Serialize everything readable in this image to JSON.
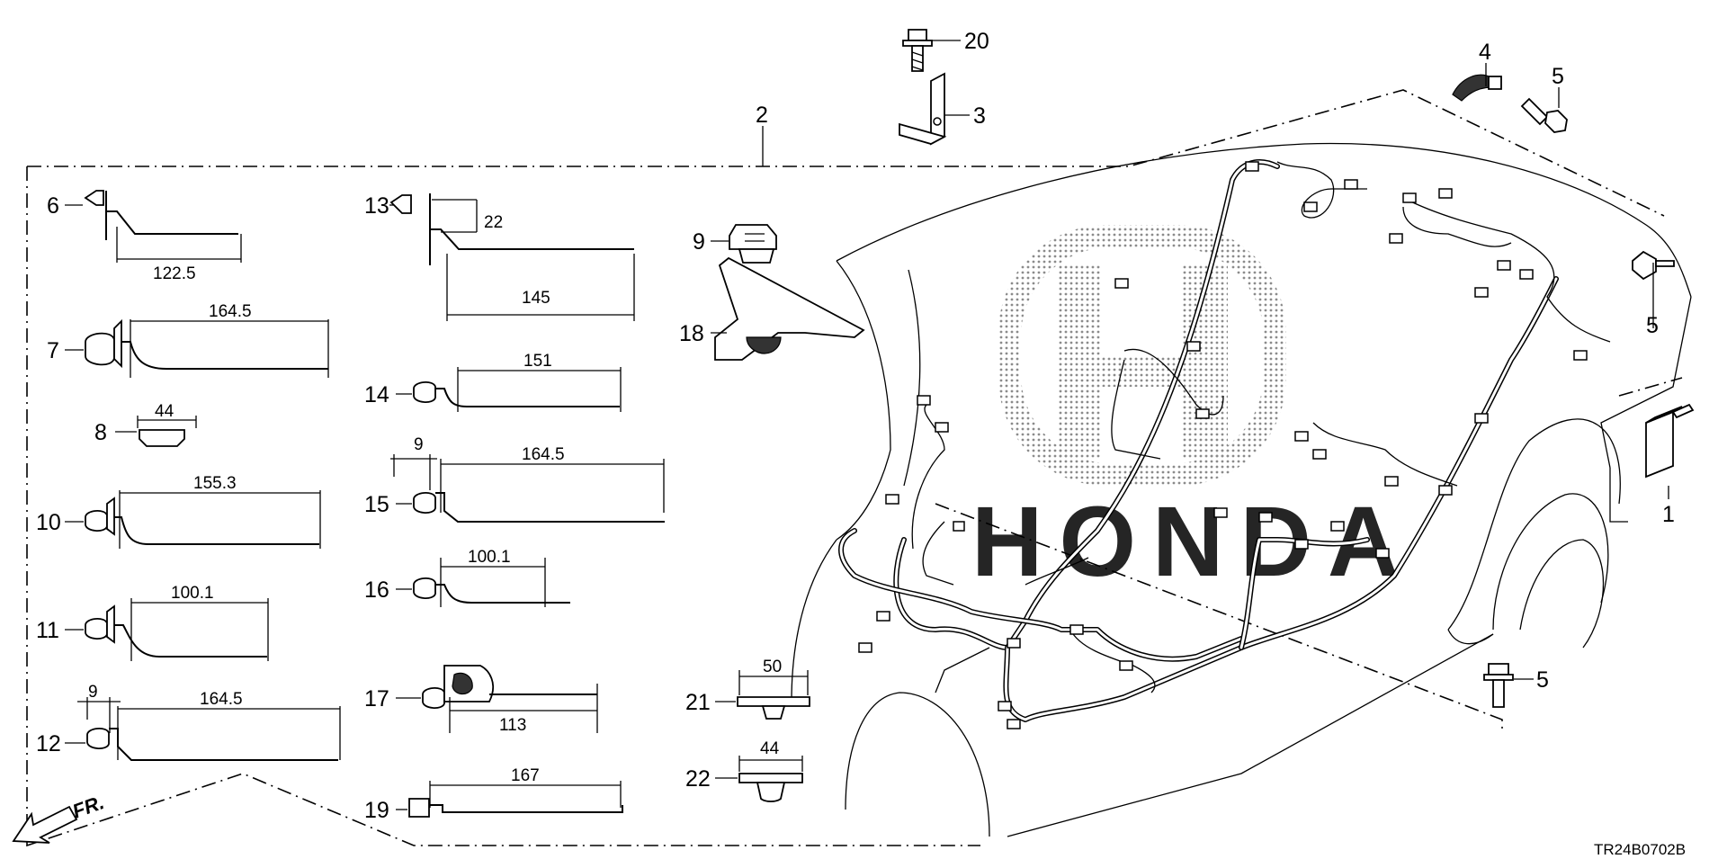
{
  "diagram": {
    "code": "TR24B0702B",
    "direction_label": "FR.",
    "parts": [
      {
        "id": "p1",
        "num": "1"
      },
      {
        "id": "p2",
        "num": "2"
      },
      {
        "id": "p3",
        "num": "3"
      },
      {
        "id": "p4",
        "num": "4"
      },
      {
        "id": "p5a",
        "num": "5"
      },
      {
        "id": "p5b",
        "num": "5"
      },
      {
        "id": "p5c",
        "num": "5"
      },
      {
        "id": "p6",
        "num": "6"
      },
      {
        "id": "p7",
        "num": "7"
      },
      {
        "id": "p8",
        "num": "8"
      },
      {
        "id": "p9",
        "num": "9"
      },
      {
        "id": "p10",
        "num": "10"
      },
      {
        "id": "p11",
        "num": "11"
      },
      {
        "id": "p12",
        "num": "12"
      },
      {
        "id": "p13",
        "num": "13"
      },
      {
        "id": "p14",
        "num": "14"
      },
      {
        "id": "p15",
        "num": "15"
      },
      {
        "id": "p16",
        "num": "16"
      },
      {
        "id": "p17",
        "num": "17"
      },
      {
        "id": "p18",
        "num": "18"
      },
      {
        "id": "p19",
        "num": "19"
      },
      {
        "id": "p20",
        "num": "20"
      },
      {
        "id": "p21",
        "num": "21"
      },
      {
        "id": "p22",
        "num": "22"
      }
    ],
    "dimensions": [
      {
        "id": "d6",
        "value": "122.5"
      },
      {
        "id": "d7",
        "value": "164.5"
      },
      {
        "id": "d8",
        "value": "44"
      },
      {
        "id": "d10",
        "value": "155.3"
      },
      {
        "id": "d11",
        "value": "100.1"
      },
      {
        "id": "d12a",
        "value": "9"
      },
      {
        "id": "d12b",
        "value": "164.5"
      },
      {
        "id": "d13a",
        "value": "22"
      },
      {
        "id": "d13b",
        "value": "145"
      },
      {
        "id": "d14",
        "value": "151"
      },
      {
        "id": "d15a",
        "value": "9"
      },
      {
        "id": "d15b",
        "value": "164.5"
      },
      {
        "id": "d16",
        "value": "100.1"
      },
      {
        "id": "d17",
        "value": "113"
      },
      {
        "id": "d19",
        "value": "167"
      },
      {
        "id": "d21",
        "value": "50"
      },
      {
        "id": "d22",
        "value": "44"
      }
    ],
    "watermark_text": "HONDA"
  }
}
